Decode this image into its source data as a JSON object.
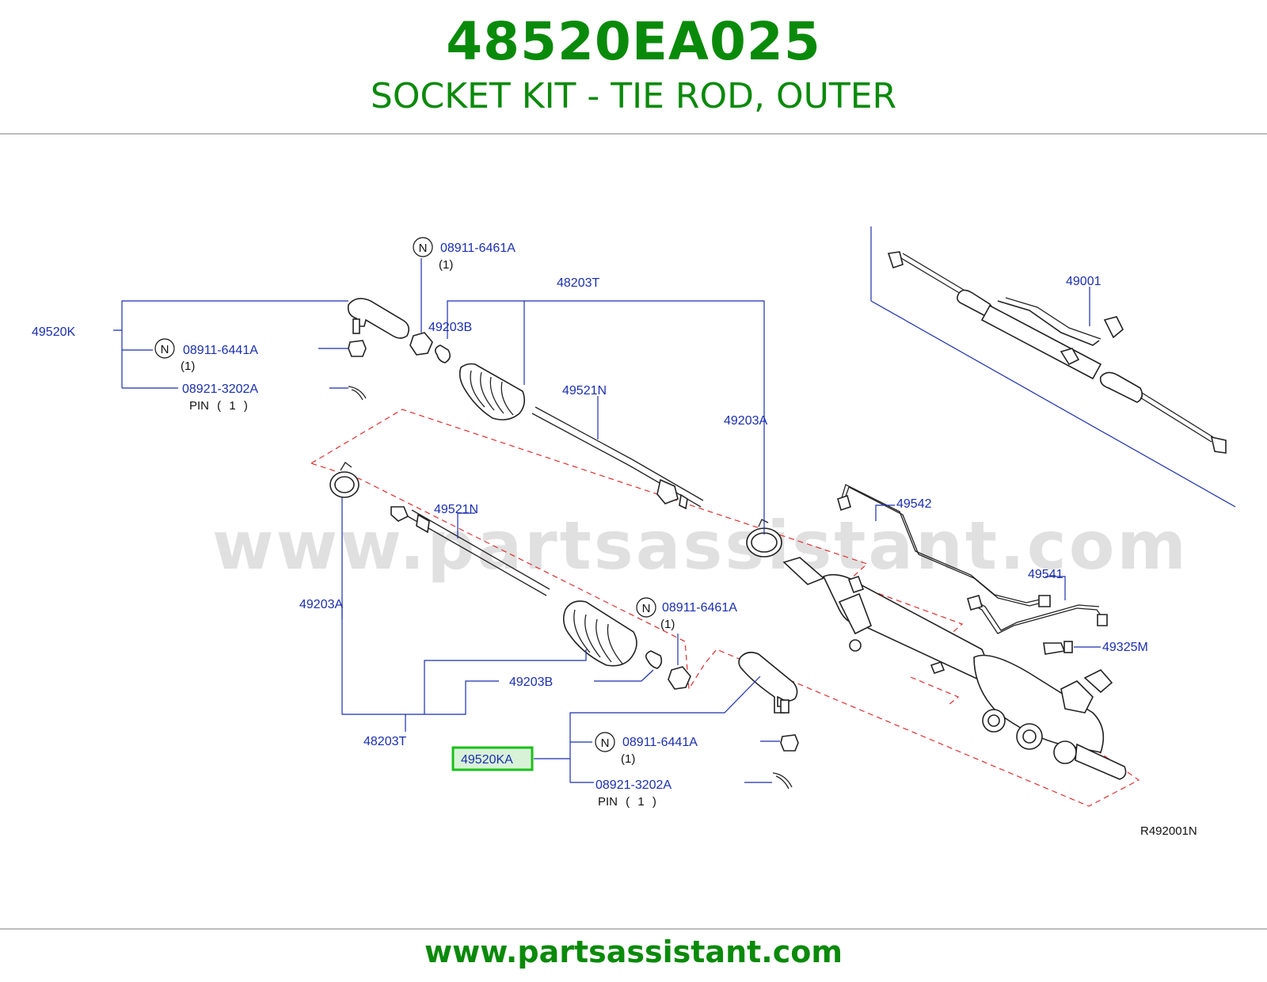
{
  "header": {
    "part_number": "48520EA025",
    "description": "SOCKET KIT - TIE ROD, OUTER"
  },
  "diagram": {
    "labels": {
      "p49520K": "49520K",
      "p08911_6461A_top": "08911-6461A",
      "qty_top_6461": "(1)",
      "p08911_6441A_top": "08911-6441A",
      "qty_top_6441": "(1)",
      "p08921_3202A_top": "08921-3202A",
      "pin_top": "PIN ( 1 )",
      "p48203T_top": "48203T",
      "p49203B_top": "49203B",
      "p49521N_top": "49521N",
      "p49203A_right": "49203A",
      "p49001": "49001",
      "p49542": "49542",
      "p49541": "49541",
      "p49325M": "49325M",
      "p49521N_bottom": "49521N",
      "p49203A_left": "49203A",
      "p08911_6461A_bottom": "08911-6461A",
      "qty_bottom_6461": "(1)",
      "p49203B_bottom": "49203B",
      "p48203T_bottom": "48203T",
      "p49520KA": "49520KA",
      "p08911_6441A_bottom": "08911-6441A",
      "qty_bottom_6441": "(1)",
      "p08921_3202A_bottom": "08921-3202A",
      "pin_bottom": "PIN ( 1 )",
      "ref_code": "R492001N",
      "n_symbol": "N"
    },
    "watermark": "www.partsassistant.com",
    "highlight_color": "#18c018"
  },
  "footer": {
    "url": "www.partsassistant.com"
  }
}
